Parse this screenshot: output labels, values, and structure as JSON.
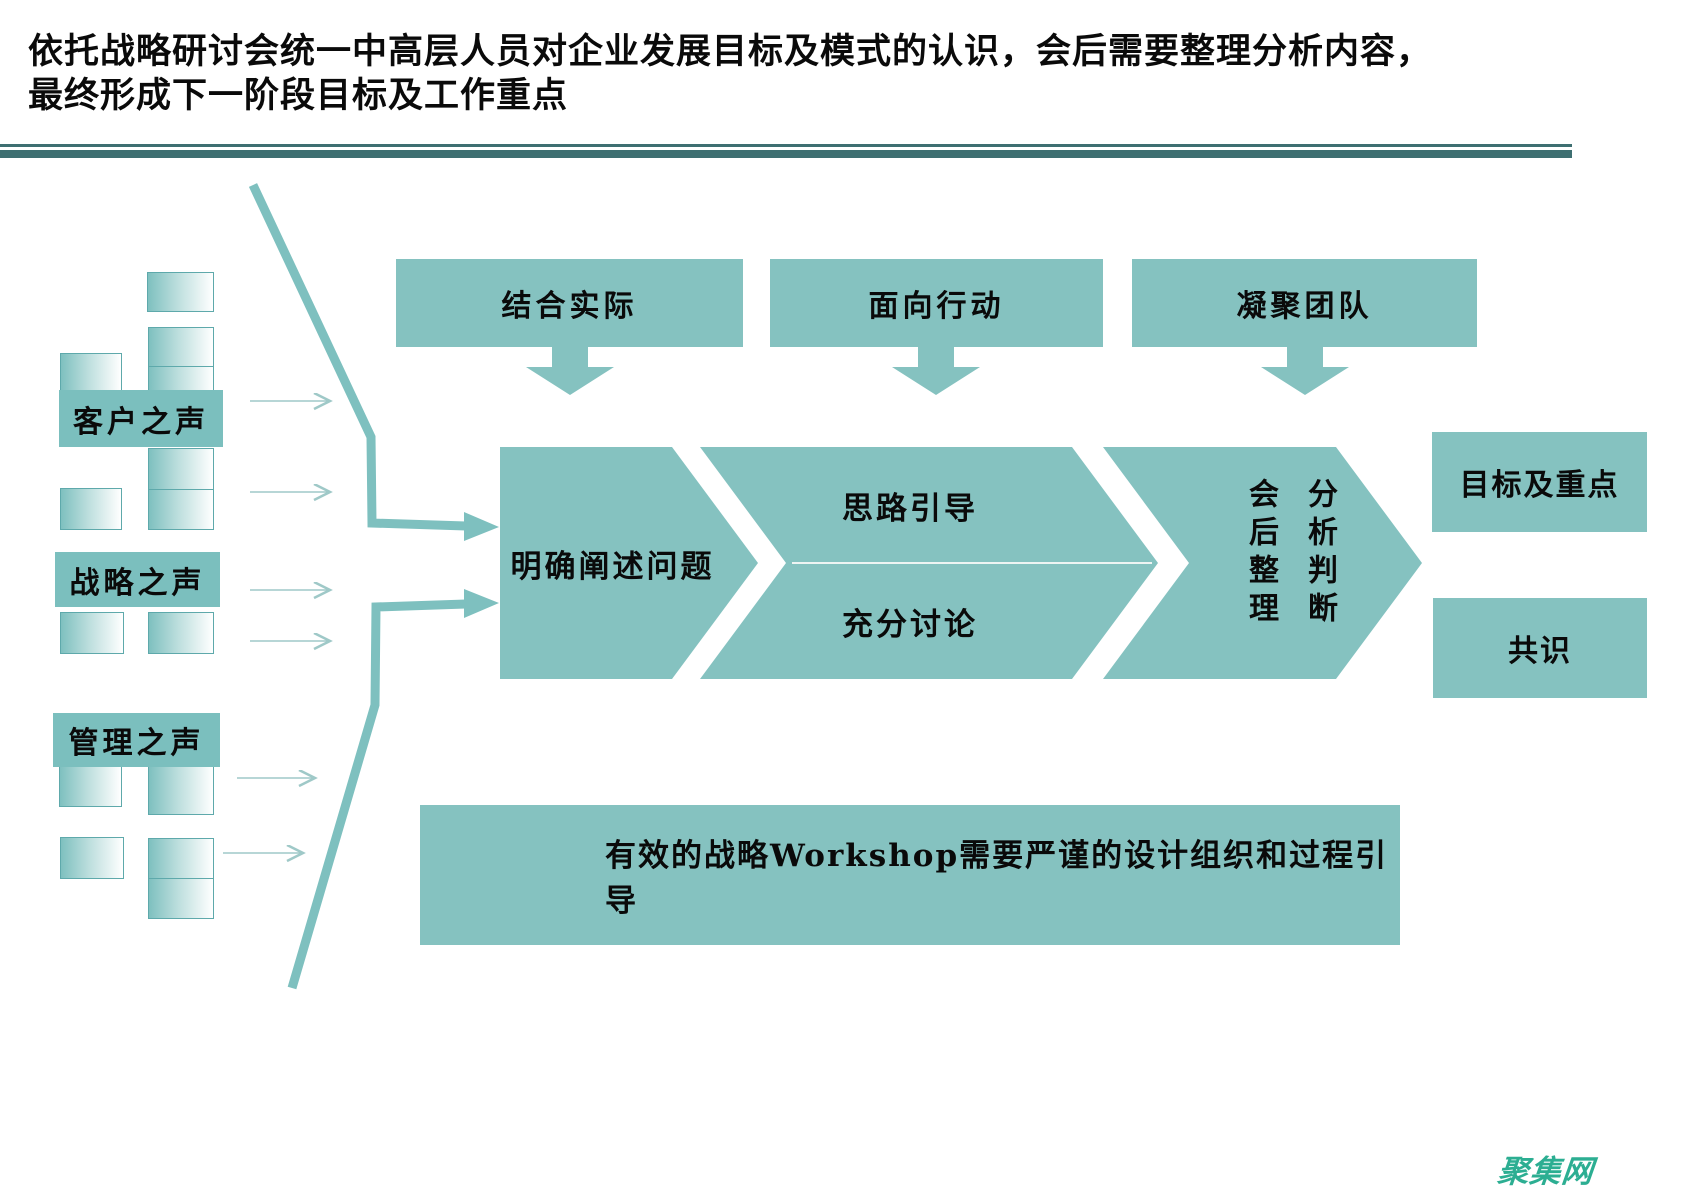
{
  "title": {
    "line1": "依托战略研讨会统一中高层人员对企业发展目标及模式的认识，会后需要整理分析内容，",
    "line2": "最终形成下一阶段目标及工作重点"
  },
  "sources": [
    {
      "label": "客户之声"
    },
    {
      "label": "战略之声"
    },
    {
      "label": "管理之声"
    }
  ],
  "principles": [
    {
      "label": "结合实际"
    },
    {
      "label": "面向行动"
    },
    {
      "label": "凝聚团队"
    }
  ],
  "steps": {
    "step1": "明确阐述问题",
    "step2_upper": "思路引导",
    "step2_lower": "充分讨论",
    "step3_left": "会后整理",
    "step3_right": "分析判断"
  },
  "outputs": [
    {
      "label": "目标及重点"
    },
    {
      "label": "共识"
    }
  ],
  "banner": {
    "text": "有效的战略Workshop需要严谨的设计组织和过程引导"
  },
  "watermark": {
    "text": "聚集网",
    "color": "#2cae92"
  },
  "colors": {
    "shape_teal": "#85c2c0",
    "label_teal": "#7bbfbe",
    "gradient_teal": "#7ec0bf",
    "divider_teal": "#3e6f71",
    "arrow_teal": "#7ec0bf",
    "thin_arrow_teal": "#9fc9c8",
    "watermark_green": "#2cae92"
  }
}
